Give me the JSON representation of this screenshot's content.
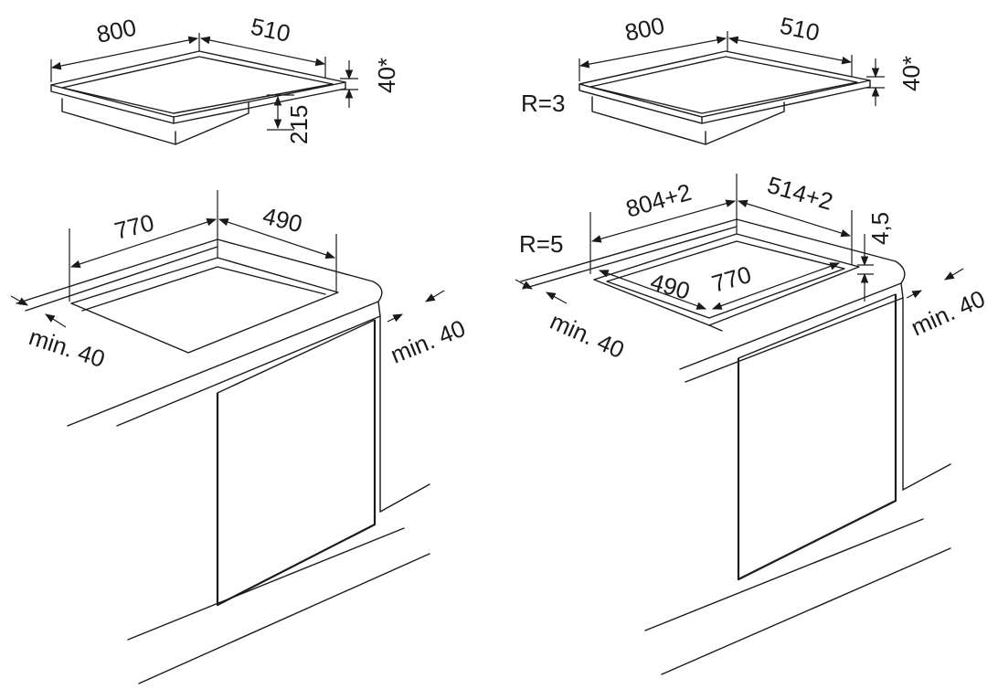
{
  "top_left": {
    "width": "800",
    "depth": "510",
    "thickness": "40*",
    "height": "215"
  },
  "top_right": {
    "width": "800",
    "depth": "510",
    "thickness": "40*",
    "radius": "R=3"
  },
  "bottom_left": {
    "cutout_width": "770",
    "cutout_depth": "490",
    "min_front": "min. 40",
    "min_side": "min. 40"
  },
  "bottom_right": {
    "cutout_width": "804+2",
    "cutout_depth": "514+2",
    "rebate_depth": "4,5",
    "radius": "R=5",
    "inner_width": "770",
    "inner_depth": "490",
    "min_front": "min. 40",
    "min_side": "min. 40"
  }
}
